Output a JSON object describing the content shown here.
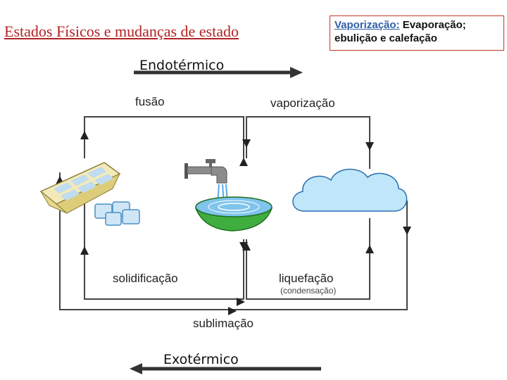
{
  "title": "Estados Físicos e mudanças de estado",
  "note": {
    "heading": "Vaporização:",
    "text": " Evaporação; ebulição e calefação"
  },
  "direction": {
    "endo": "Endotérmico",
    "exo": "Exotérmico"
  },
  "processes": {
    "fusao": "fusão",
    "vaporizacao": "vaporização",
    "solidificacao": "solidificação",
    "liquefacao": "liquefação",
    "condensacao": "(condensação)",
    "sublimacao": "sublimação"
  },
  "icons": [
    "ice-tray-icon",
    "ice-cubes-icon",
    "faucet-icon",
    "water-basin-icon",
    "cloud-icon"
  ],
  "colors": {
    "title": "#b22222",
    "note_border": "#c0392b",
    "note_heading": "#3060a8",
    "lines": "#444444",
    "basin": "#3fae3f",
    "ice": "#cfe6f7",
    "cloud": "#bfe7f9"
  }
}
